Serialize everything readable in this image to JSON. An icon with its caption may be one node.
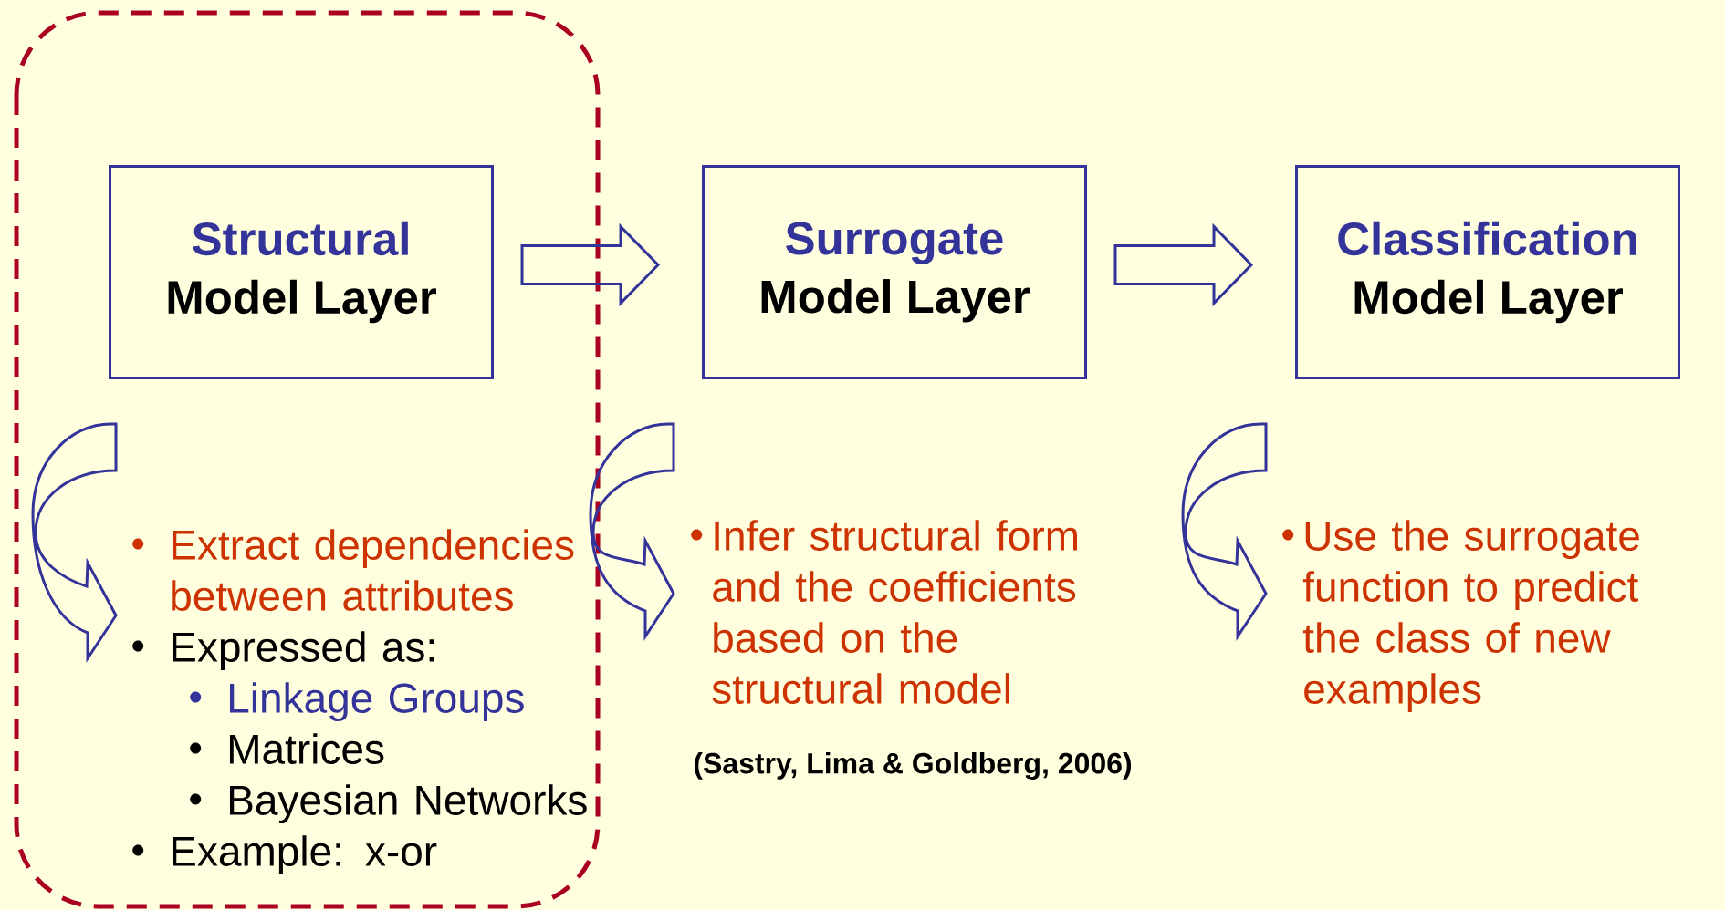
{
  "diagram": {
    "nodes": [
      {
        "text": [
          "Structural",
          "Model Layer"
        ]
      },
      {
        "text": [
          "Surrogate",
          "Model Layer"
        ]
      },
      {
        "text": [
          "Classification",
          "Model Layer"
        ]
      },
      {
        "text": [
          "Extract dependencies between attributes",
          "Expressed as:",
          "Linkage Groups",
          "Matrices",
          "Bayesian Networks",
          "Example: x-or"
        ]
      },
      {
        "text": [
          "Infer structural form and the coefficients based on the structural model"
        ]
      },
      {
        "text": [
          "Use the surrogate function to predict the class of new examples"
        ]
      }
    ],
    "edges": [
      {
        "from": 0,
        "to": 1,
        "arrow": "to"
      },
      {
        "from": 1,
        "to": 2,
        "arrow": "to"
      },
      {
        "from": 0,
        "to": 3,
        "arrow": "to"
      },
      {
        "from": 1,
        "to": 4,
        "arrow": "to"
      },
      {
        "from": 2,
        "to": 5,
        "arrow": "to"
      }
    ],
    "labels": [
      "(Sastry, Lima & Goldberg, 2006)"
    ]
  }
}
